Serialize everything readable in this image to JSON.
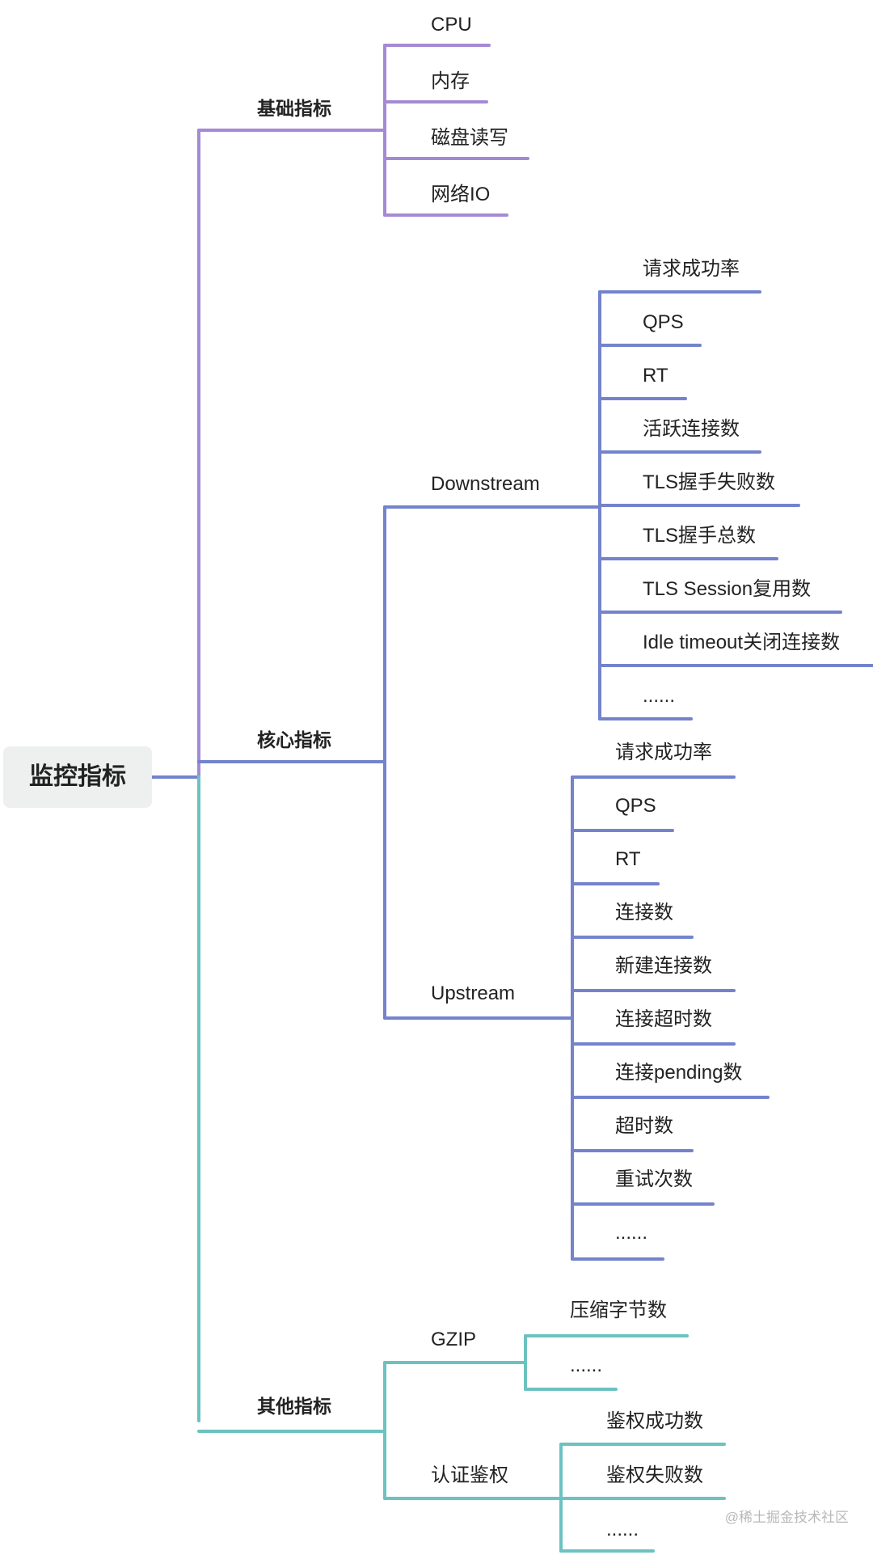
{
  "root": {
    "label": "监控指标"
  },
  "colors": {
    "basic": "#a48ad4",
    "core": "#7383cc",
    "other": "#6cc2c0"
  },
  "branches": [
    {
      "label": "基础指标",
      "color": "basic",
      "children": [
        {
          "label": "CPU"
        },
        {
          "label": "内存"
        },
        {
          "label": "磁盘读写"
        },
        {
          "label": "网络IO"
        }
      ]
    },
    {
      "label": "核心指标",
      "color": "core",
      "children": [
        {
          "label": "Downstream",
          "children": [
            "请求成功率",
            "QPS",
            "RT",
            "活跃连接数",
            "TLS握手失败数",
            "TLS握手总数",
            "TLS Session复用数",
            "Idle timeout关闭连接数",
            "......"
          ]
        },
        {
          "label": "Upstream",
          "children": [
            "请求成功率",
            "QPS",
            "RT",
            "连接数",
            "新建连接数",
            "连接超时数",
            "连接pending数",
            "超时数",
            "重试次数",
            "......"
          ]
        }
      ]
    },
    {
      "label": "其他指标",
      "color": "other",
      "children": [
        {
          "label": "GZIP",
          "children": [
            "压缩字节数",
            "......"
          ]
        },
        {
          "label": "认证鉴权",
          "children": [
            "鉴权成功数",
            "鉴权失败数",
            "......"
          ]
        }
      ]
    }
  ],
  "watermark": "@稀土掘金技术社区"
}
